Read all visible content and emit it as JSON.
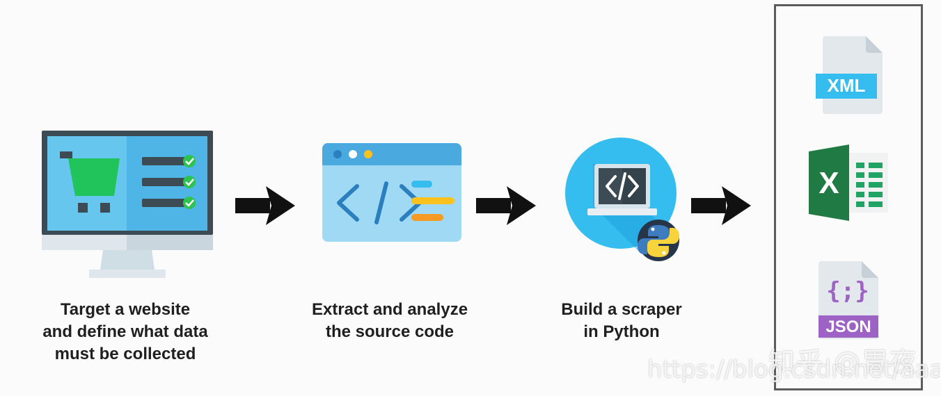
{
  "steps": [
    {
      "label": "Target a website\nand define what data\nmust be collected"
    },
    {
      "label": "Extract and analyze\nthe source code"
    },
    {
      "label": "Build a scraper\nin Python"
    }
  ],
  "outputs": {
    "xml_label": "XML",
    "excel_label": "X",
    "json_braces": "{;}",
    "json_label": "JSON"
  },
  "watermark": {
    "zh": "知乎 @胃夜",
    "url": "https://blog.csdn.net/aaanfind"
  },
  "colors": {
    "screen_blue": "#66c6ee",
    "monitor_frame": "#3d4b55",
    "cart_green": "#21c45a",
    "check_green": "#2cc44e",
    "code_window": "#9fd9f3",
    "code_header": "#4aa9de",
    "yellow": "#f9c21f",
    "orange": "#f59a23",
    "excel_green": "#1f7a44",
    "xml_blue": "#35bdf0",
    "json_purple": "#9c62c4",
    "arrow": "#111111"
  }
}
